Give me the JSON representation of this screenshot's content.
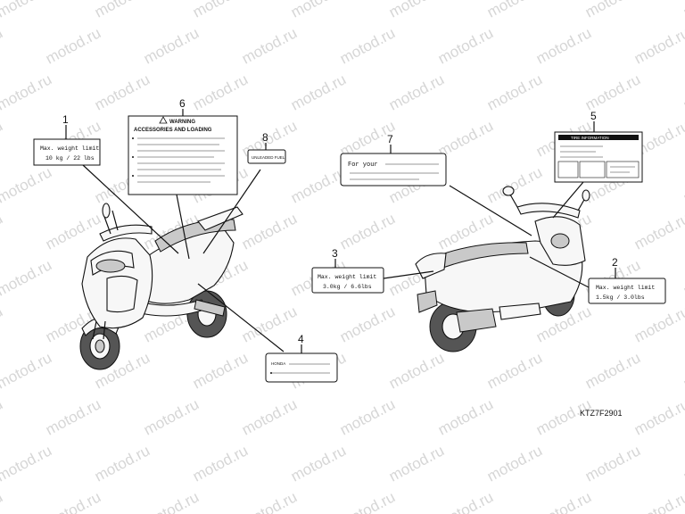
{
  "watermark": "motod.ru",
  "part_code": "KTZ7F2901",
  "callouts": [
    {
      "id": "1",
      "label_lines": [
        "Max. weight limit",
        "10 kg / 22 lbs"
      ]
    },
    {
      "id": "2",
      "label_lines": [
        "Max. weight limit",
        "1.5kg / 3.0lbs"
      ]
    },
    {
      "id": "3",
      "label_lines": [
        "Max. weight limit",
        "3.0kg / 6.6lbs"
      ]
    },
    {
      "id": "4",
      "label_lines": [
        "HONDA"
      ]
    },
    {
      "id": "5",
      "label_lines": [
        "TIRE INFORMATION"
      ]
    },
    {
      "id": "6",
      "label_lines": [
        "WARNING",
        "ACCESSORIES AND LOADING"
      ]
    },
    {
      "id": "7",
      "label_lines": [
        "For your"
      ]
    },
    {
      "id": "8",
      "label_lines": [
        "UNLEADED FUEL"
      ]
    }
  ]
}
